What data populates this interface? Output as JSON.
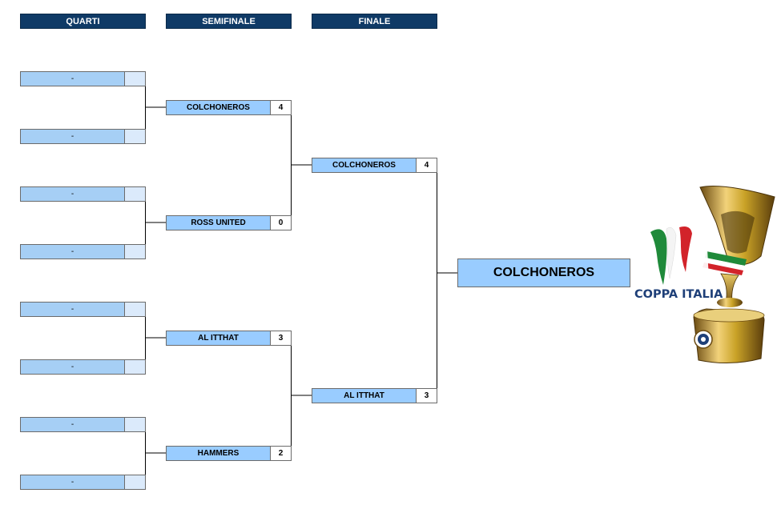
{
  "rounds": {
    "quarterfinals": "QUARTI",
    "semifinals": "SEMIFINALE",
    "final": "FINALE"
  },
  "quarterfinals": [
    {
      "team": "-",
      "score": ""
    },
    {
      "team": "-",
      "score": ""
    },
    {
      "team": "-",
      "score": ""
    },
    {
      "team": "-",
      "score": ""
    },
    {
      "team": "-",
      "score": ""
    },
    {
      "team": "-",
      "score": ""
    },
    {
      "team": "-",
      "score": ""
    },
    {
      "team": "-",
      "score": ""
    }
  ],
  "semifinals": [
    {
      "team": "COLCHONEROS",
      "score": "4"
    },
    {
      "team": "ROSS UNITED",
      "score": "0"
    },
    {
      "team": "AL ITTHAT",
      "score": "3"
    },
    {
      "team": "HAMMERS",
      "score": "2"
    }
  ],
  "final": [
    {
      "team": "COLCHONEROS",
      "score": "4"
    },
    {
      "team": "AL ITTHAT",
      "score": "3"
    }
  ],
  "champion": "COLCHONEROS",
  "trophy": {
    "icon": "coppa-italia-trophy-icon",
    "logo_text": "COPPA ITALIA",
    "colors": {
      "gold": "#c9a227",
      "green": "#1f8a3a",
      "red": "#d2232a"
    }
  }
}
